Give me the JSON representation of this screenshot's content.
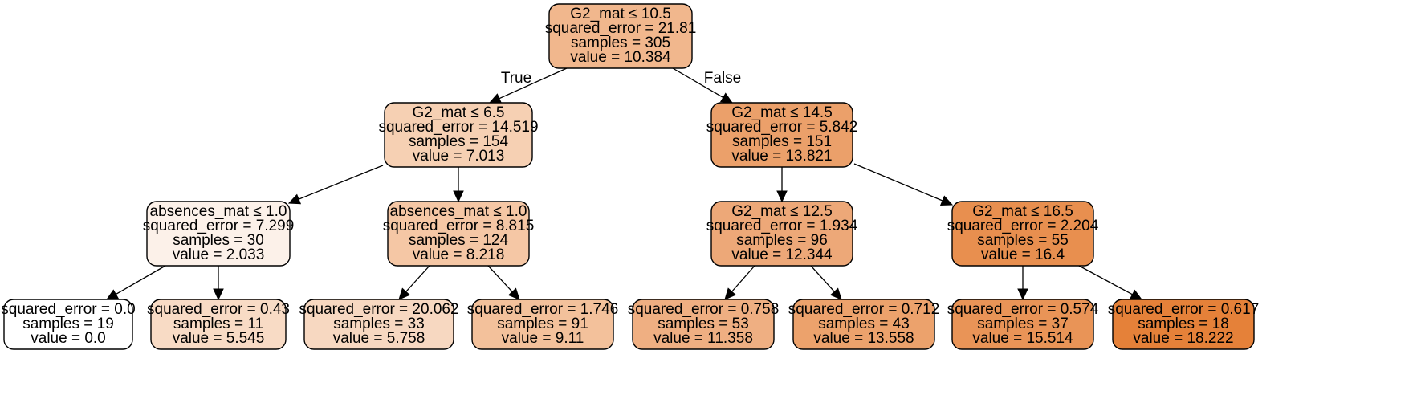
{
  "tree": {
    "nodes": [
      {
        "id": "n0",
        "lines": [
          "G2_mat ≤ 10.5",
          "squared_error = 21.81",
          "samples = 305",
          "value = 10.384"
        ],
        "fill": "#f1b78d"
      },
      {
        "id": "n1",
        "lines": [
          "G2_mat ≤ 6.5",
          "squared_error = 14.519",
          "samples = 154",
          "value = 7.013"
        ],
        "fill": "#f6d0b3"
      },
      {
        "id": "n2",
        "lines": [
          "absences_mat ≤ 1.0",
          "squared_error = 7.299",
          "samples = 30",
          "value = 2.033"
        ],
        "fill": "#fcf1e9"
      },
      {
        "id": "n3",
        "lines": [
          "squared_error = 0.0",
          "samples = 19",
          "value = 0.0"
        ],
        "fill": "#ffffff"
      },
      {
        "id": "n4",
        "lines": [
          "squared_error = 0.43",
          "samples = 11",
          "value = 5.545"
        ],
        "fill": "#f8dbc5"
      },
      {
        "id": "n5",
        "lines": [
          "absences_mat ≤ 1.0",
          "squared_error = 8.815",
          "samples = 124",
          "value = 8.218"
        ],
        "fill": "#f5c7a5"
      },
      {
        "id": "n6",
        "lines": [
          "squared_error = 20.062",
          "samples = 33",
          "value = 5.758"
        ],
        "fill": "#f7d8c1"
      },
      {
        "id": "n7",
        "lines": [
          "squared_error = 1.746",
          "samples = 91",
          "value = 9.11"
        ],
        "fill": "#f3c19b"
      },
      {
        "id": "n8",
        "lines": [
          "G2_mat ≤ 14.5",
          "squared_error = 5.842",
          "samples = 151",
          "value = 13.821"
        ],
        "fill": "#eba06a"
      },
      {
        "id": "n9",
        "lines": [
          "G2_mat ≤ 12.5",
          "squared_error = 1.934",
          "samples = 96",
          "value = 12.344"
        ],
        "fill": "#eda878"
      },
      {
        "id": "n10",
        "lines": [
          "squared_error = 0.758",
          "samples = 53",
          "value = 11.358"
        ],
        "fill": "#efaf82"
      },
      {
        "id": "n11",
        "lines": [
          "squared_error = 0.712",
          "samples = 43",
          "value = 13.558"
        ],
        "fill": "#eca26c"
      },
      {
        "id": "n12",
        "lines": [
          "G2_mat ≤ 16.5",
          "squared_error = 2.204",
          "samples = 55",
          "value = 16.4"
        ],
        "fill": "#e88f4f"
      },
      {
        "id": "n13",
        "lines": [
          "squared_error = 0.574",
          "samples = 37",
          "value = 15.514"
        ],
        "fill": "#e99457"
      },
      {
        "id": "n14",
        "lines": [
          "squared_error = 0.617",
          "samples = 18",
          "value = 18.222"
        ],
        "fill": "#e58139"
      }
    ],
    "edges": [
      {
        "from": "n0",
        "to": "n1",
        "label": "True"
      },
      {
        "from": "n0",
        "to": "n8",
        "label": "False"
      },
      {
        "from": "n1",
        "to": "n2",
        "label": ""
      },
      {
        "from": "n1",
        "to": "n5",
        "label": ""
      },
      {
        "from": "n2",
        "to": "n3",
        "label": ""
      },
      {
        "from": "n2",
        "to": "n4",
        "label": ""
      },
      {
        "from": "n5",
        "to": "n6",
        "label": ""
      },
      {
        "from": "n5",
        "to": "n7",
        "label": ""
      },
      {
        "from": "n8",
        "to": "n9",
        "label": ""
      },
      {
        "from": "n8",
        "to": "n12",
        "label": ""
      },
      {
        "from": "n9",
        "to": "n10",
        "label": ""
      },
      {
        "from": "n9",
        "to": "n11",
        "label": ""
      },
      {
        "from": "n12",
        "to": "n13",
        "label": ""
      },
      {
        "from": "n12",
        "to": "n14",
        "label": ""
      }
    ]
  }
}
